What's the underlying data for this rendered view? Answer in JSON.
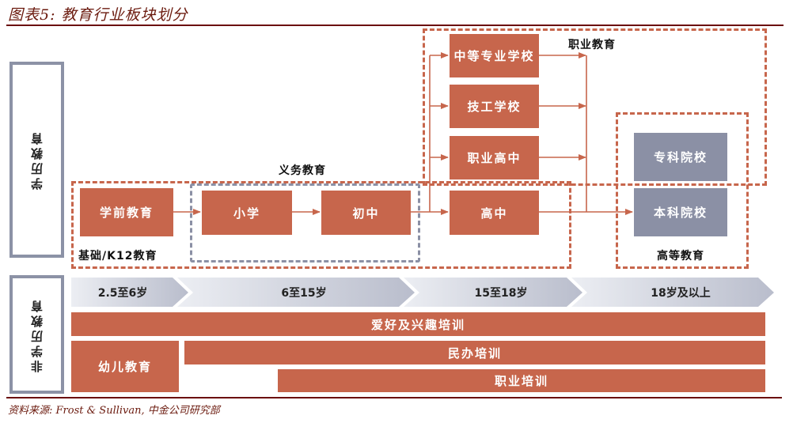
{
  "header": {
    "title": "图表5: 教育行业板块划分"
  },
  "categories": {
    "academic": "学历教育",
    "non_academic": "非学历教育"
  },
  "groups": {
    "vocational": "职业教育",
    "compulsory": "义务教育",
    "k12": "基础/K12教育",
    "higher": "高等教育"
  },
  "nodes": {
    "preschool": "学前教育",
    "primary": "小学",
    "junior_high": "初中",
    "senior_high": "高中",
    "secondary_vocational": "中等专业学校",
    "technical_school": "技工学校",
    "vocational_high": "职业高中",
    "junior_college": "专科院校",
    "undergraduate": "本科院校"
  },
  "age_bands": [
    {
      "label": "2.5至6岁"
    },
    {
      "label": "6至15岁"
    },
    {
      "label": "15至18岁"
    },
    {
      "label": "18岁及以上"
    }
  ],
  "non_academic_bars": {
    "hobby": "爱好及兴趣培训",
    "early_childhood": "幼儿教育",
    "private_tutoring": "民办培训",
    "vocational_training": "职业培训"
  },
  "colors": {
    "accent_orange": "#c7664c",
    "slate": "#8b90a5",
    "title_dark_red": "#6b0b0b"
  },
  "footer": {
    "source": "资料来源: Frost & Sullivan, 中金公司研究部"
  }
}
